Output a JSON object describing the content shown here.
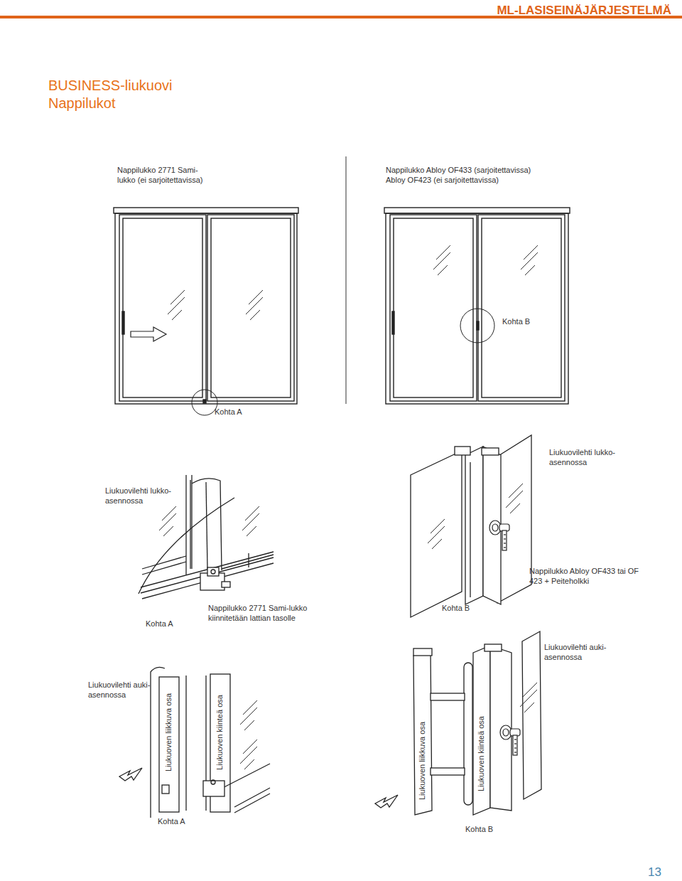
{
  "diagram": {
    "title": "BUSINESS-liukuovi Nappilukot",
    "labels": [
      "ML-LASISEINÄJÄRJESTELMÄ",
      "Nappilukko 2771 Sami-lukko (ei sarjoitettavissa)",
      "Nappilukko Abloy OF433 (sarjoitettavissa) Abloy OF423 (ei sarjoitettavissa)",
      "Kohta B",
      "Kohta A",
      "Liukuovilehti lukko-asennossa",
      "Liukuovilehti lukko-asennossa",
      "Nappilukko Abloy OF433 tai OF 423 + Peiteholkki",
      "Kohta A",
      "Nappilukko 2771 Sami-lukko kiinnitetään lattian tasolle",
      "Kohta B",
      "Liukuovilehti auki-asennossa",
      "Liukuovilehti auki-asennossa",
      "Liukuoven liikkuva osa",
      "Liukuoven kiinteä osa",
      "Liukuoven liikkuva osa",
      "Liukuoven kiinteä osa",
      "Kohta A",
      "Kohta B",
      "13"
    ]
  }
}
